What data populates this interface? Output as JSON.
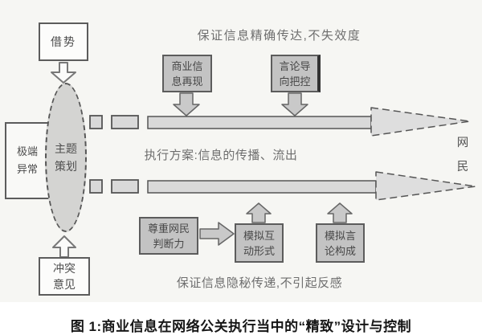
{
  "figure": {
    "notes": {
      "top": "保证信息精确传达,不失效度",
      "middle": "执行方案:信息的传播、流出",
      "bottom": "保证信息隐秘传递,不引起反感"
    },
    "nodes": {
      "leverage": "借势",
      "extreme_anomaly": "极端异常",
      "theme_planning": "主题策划",
      "conflict_opinion": "冲突意见",
      "business_info_reproduction": "商业信息再现",
      "speech_direction_control": "言论导向把控",
      "respect_netizen_judgment": "尊重网民判断力",
      "simulate_interaction_form": "模拟互动形式",
      "simulate_speech_composition": "模拟言论构成",
      "netizens": "网民"
    },
    "caption": "图 1:商业信息在网络公关执行当中的“精致”设计与控制",
    "colors": {
      "node_gray": "#c3c3c3",
      "arrow_fill": "#d9d9d9",
      "outline": "#5c5c5c",
      "background": "#f6f6f3"
    }
  }
}
